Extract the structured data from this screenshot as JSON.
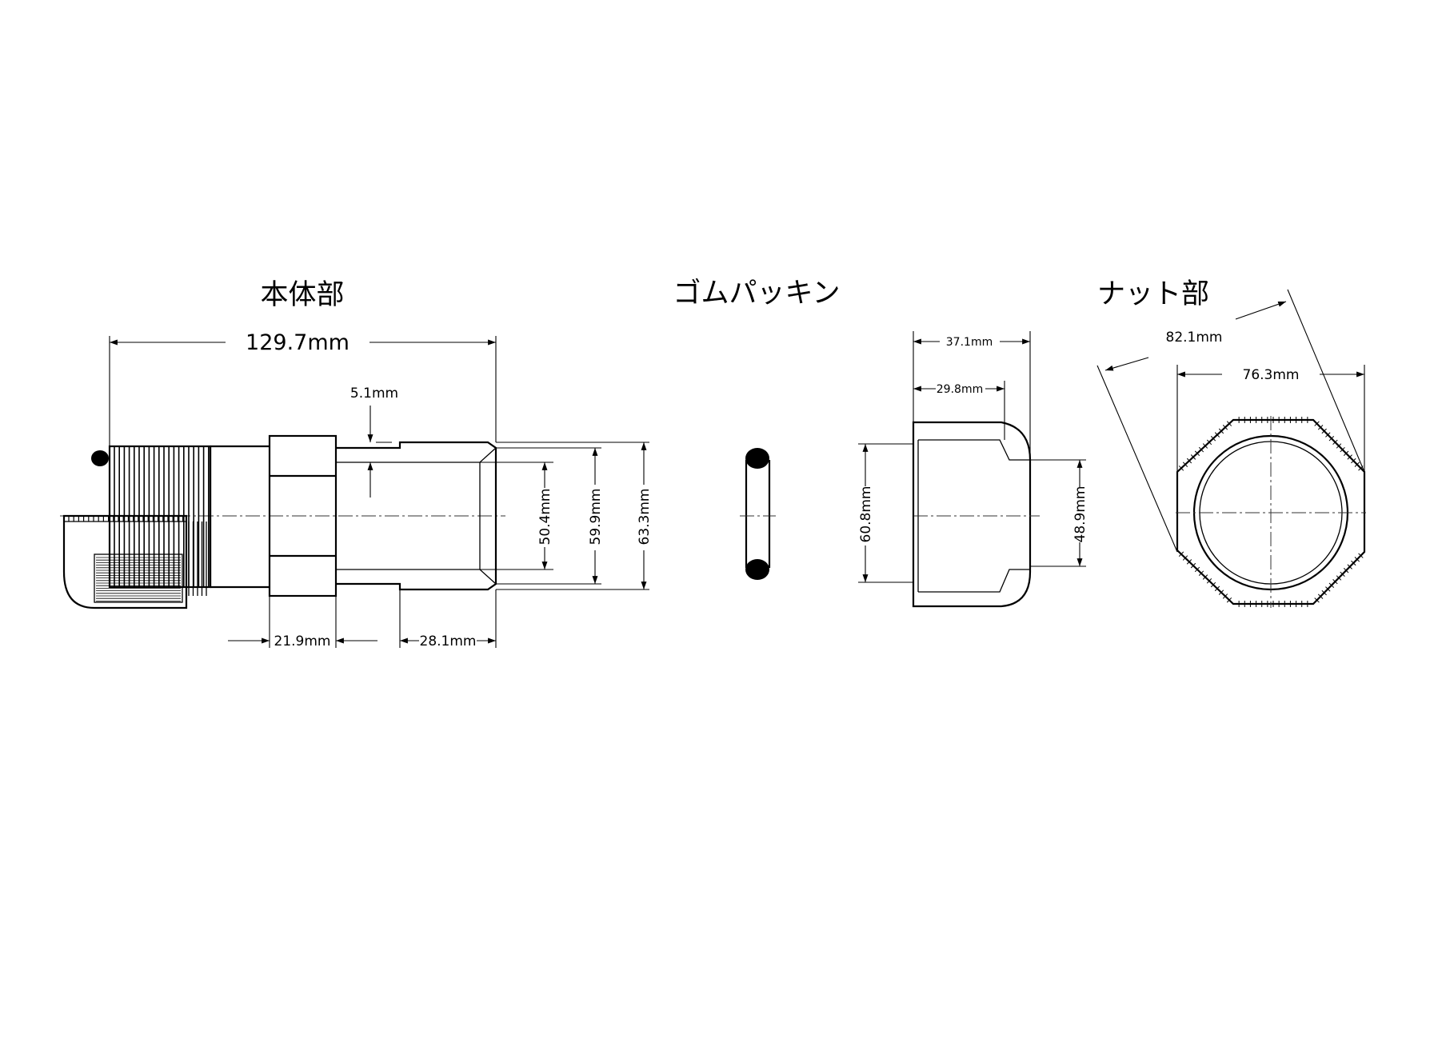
{
  "titles": {
    "body": "本体部",
    "gasket": "ゴムパッキン",
    "nut": "ナット部"
  },
  "dimensions": {
    "body_length": "129.7mm",
    "body_thickness": "5.1mm",
    "body_id_1": "50.4mm",
    "body_id_2": "59.9mm",
    "body_od": "63.3mm",
    "body_hex_width": "21.9mm",
    "body_sleeve_length": "28.1mm",
    "nut_length": "37.1mm",
    "nut_inner_length": "29.8mm",
    "nut_od": "60.8mm",
    "nut_id": "48.9mm",
    "nut_across_corners": "82.1mm",
    "nut_across_flats": "76.3mm"
  }
}
